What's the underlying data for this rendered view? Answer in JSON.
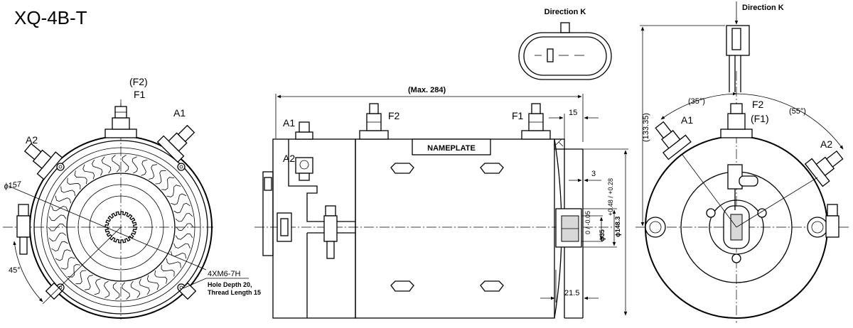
{
  "title": "XQ-4B-T",
  "front_view": {
    "terminal_top_alt": "(F2)",
    "terminal_top": "F1",
    "terminal_upper_right": "A1",
    "terminal_upper_left": "A2",
    "diameter": "ϕ157",
    "angle": "45°",
    "mount_hole": "4XM6-7H",
    "hole_note_1": "Hole Depth 20,",
    "hole_note_2": "Thread Length 15"
  },
  "side_view": {
    "max_length": "(Max. 284)",
    "terminal_a1": "A1",
    "terminal_a2": "A2",
    "terminal_f2": "F2",
    "terminal_f1": "F1",
    "nameplate": "NAMEPLATE",
    "dim_15": "15",
    "dim_3": "3",
    "dim_21_5": "21.5",
    "dim_148_3": "ϕ148.3",
    "dim_148_3_tol": "+0.48 / +0.28",
    "dim_35": "ϕ35",
    "dim_35_tol": "0 / -0.05"
  },
  "connector_view": {
    "label": "Direction K"
  },
  "rear_view": {
    "direction_label": "Direction K",
    "height": "(133.35)",
    "angle_left": "(35°)",
    "angle_right": "(55°)",
    "terminal_f2": "F2",
    "terminal_f1_alt": "(F1)",
    "terminal_a1": "A1",
    "terminal_a2": "A2"
  }
}
